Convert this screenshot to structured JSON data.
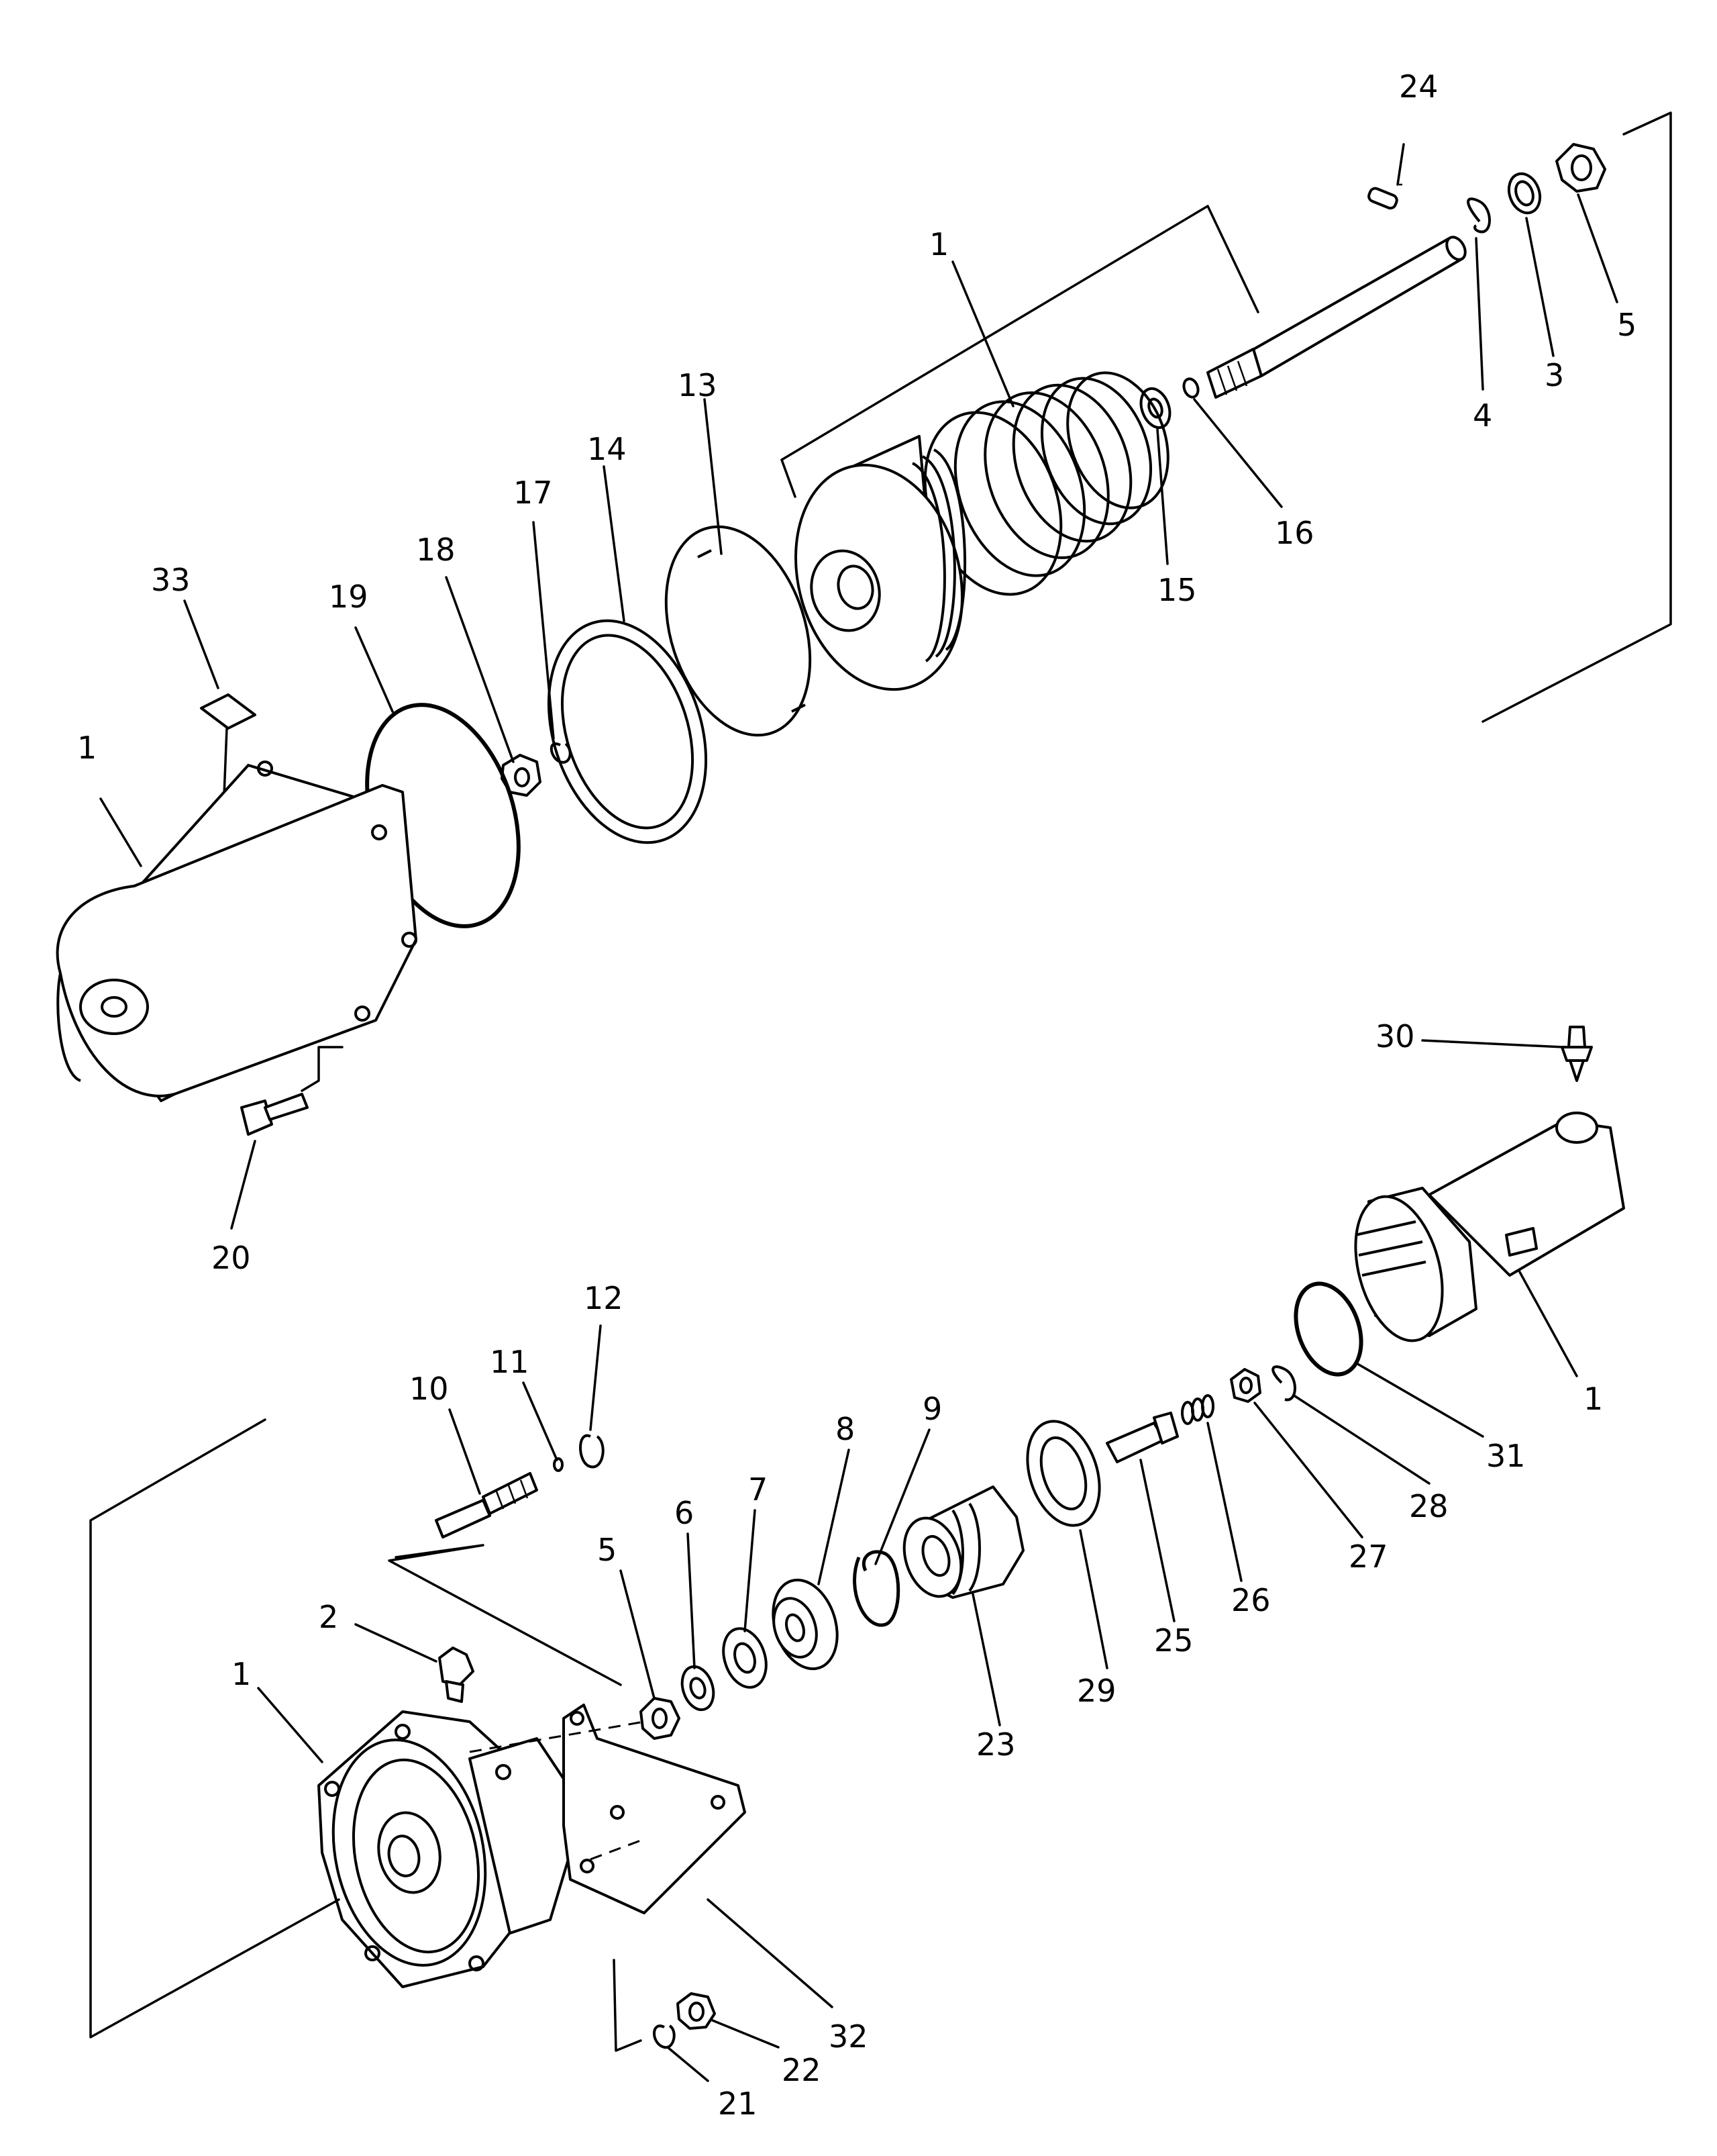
{
  "diagram": {
    "labels": [
      {
        "id": "lbl-24",
        "text": "24"
      },
      {
        "id": "lbl-1-spring",
        "text": "1"
      },
      {
        "id": "lbl-5-top",
        "text": "5"
      },
      {
        "id": "lbl-3",
        "text": "3"
      },
      {
        "id": "lbl-4",
        "text": "4"
      },
      {
        "id": "lbl-13",
        "text": "13"
      },
      {
        "id": "lbl-14",
        "text": "14"
      },
      {
        "id": "lbl-17",
        "text": "17"
      },
      {
        "id": "lbl-18",
        "text": "18"
      },
      {
        "id": "lbl-19",
        "text": "19"
      },
      {
        "id": "lbl-33",
        "text": "33"
      },
      {
        "id": "lbl-1-housing",
        "text": "1"
      },
      {
        "id": "lbl-15",
        "text": "15"
      },
      {
        "id": "lbl-16",
        "text": "16"
      },
      {
        "id": "lbl-20",
        "text": "20"
      },
      {
        "id": "lbl-30",
        "text": "30"
      },
      {
        "id": "lbl-1-cylinder",
        "text": "1"
      },
      {
        "id": "lbl-31",
        "text": "31"
      },
      {
        "id": "lbl-28",
        "text": "28"
      },
      {
        "id": "lbl-27",
        "text": "27"
      },
      {
        "id": "lbl-26",
        "text": "26"
      },
      {
        "id": "lbl-25",
        "text": "25"
      },
      {
        "id": "lbl-29",
        "text": "29"
      },
      {
        "id": "lbl-23",
        "text": "23"
      },
      {
        "id": "lbl-9",
        "text": "9"
      },
      {
        "id": "lbl-8",
        "text": "8"
      },
      {
        "id": "lbl-7",
        "text": "7"
      },
      {
        "id": "lbl-6",
        "text": "6"
      },
      {
        "id": "lbl-5-bottom",
        "text": "5"
      },
      {
        "id": "lbl-12",
        "text": "12"
      },
      {
        "id": "lbl-11",
        "text": "11"
      },
      {
        "id": "lbl-10",
        "text": "10"
      },
      {
        "id": "lbl-2",
        "text": "2"
      },
      {
        "id": "lbl-1-body",
        "text": "1"
      },
      {
        "id": "lbl-32",
        "text": "32"
      },
      {
        "id": "lbl-22",
        "text": "22"
      },
      {
        "id": "lbl-21",
        "text": "21"
      }
    ]
  }
}
